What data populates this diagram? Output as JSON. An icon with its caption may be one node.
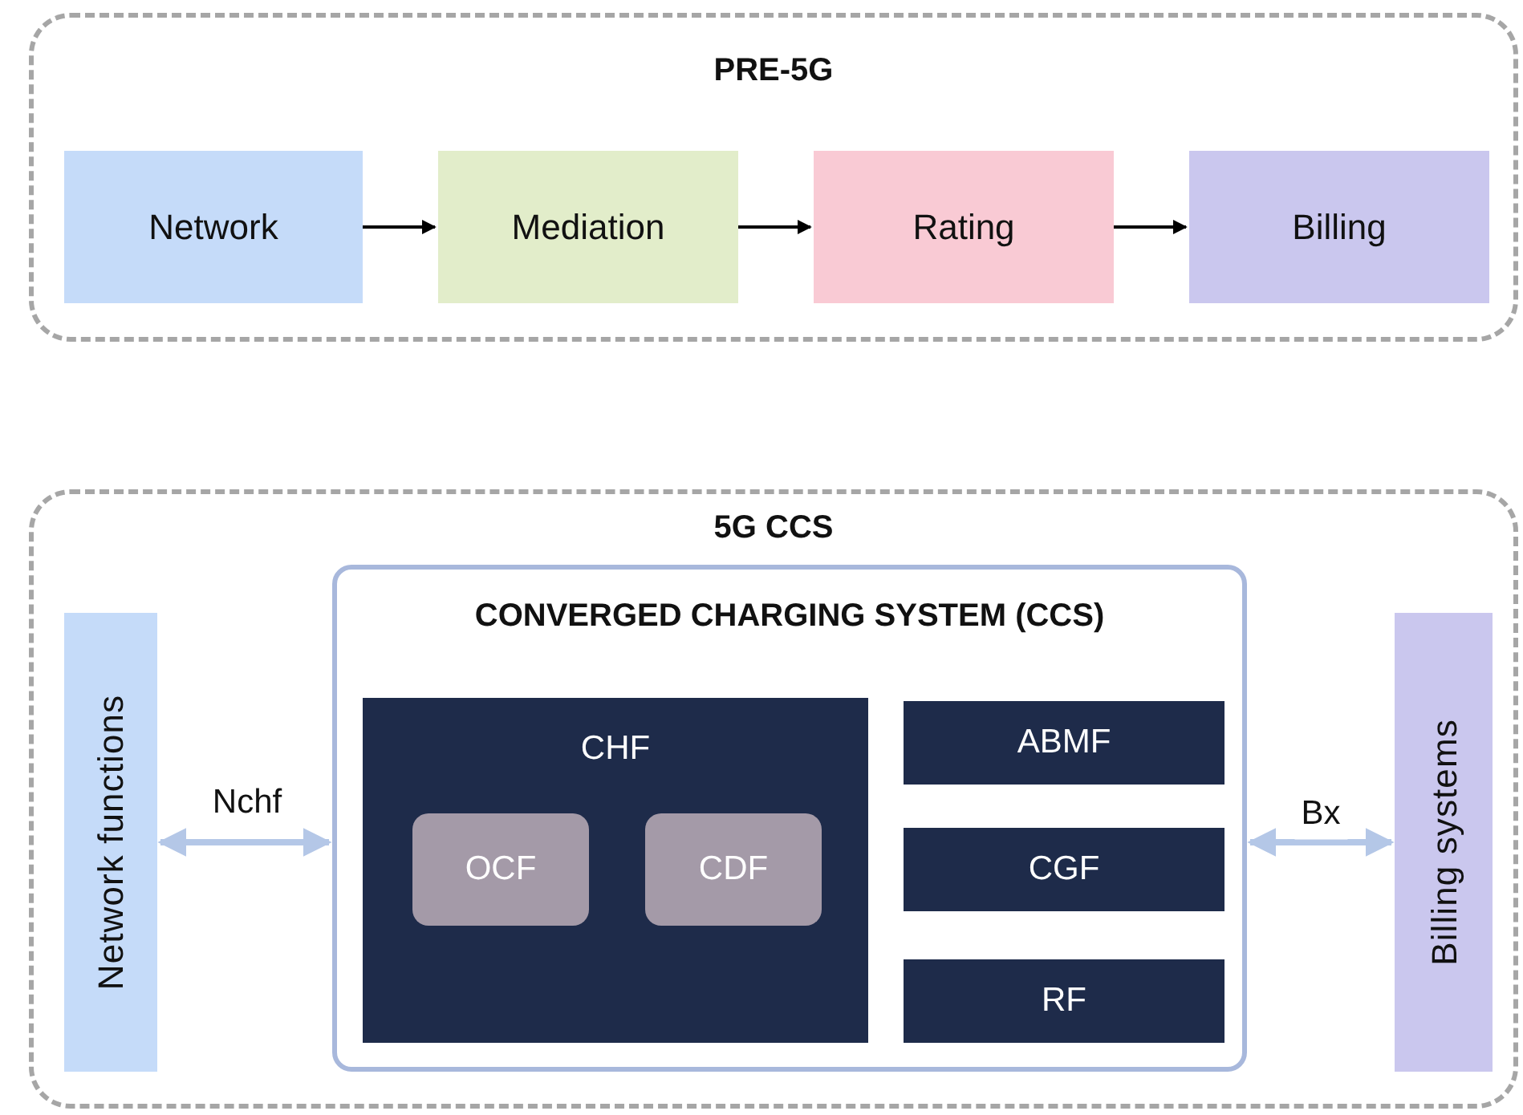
{
  "diagram": {
    "nodes": [
      {
        "text": [
          "PRE-5G"
        ]
      },
      {
        "text": [
          "Network"
        ],
        "in": 0
      },
      {
        "text": [
          "Mediation"
        ],
        "in": 0
      },
      {
        "text": [
          "Rating"
        ],
        "in": 0
      },
      {
        "text": [
          "Billing"
        ],
        "in": 0
      },
      {
        "text": [
          "5G CCS"
        ]
      },
      {
        "text": [
          "Network functions"
        ],
        "in": 5
      },
      {
        "text": [
          "CONVERGED CHARGING SYSTEM (CCS)"
        ],
        "in": 5
      },
      {
        "text": [
          "CHF"
        ],
        "in": 7
      },
      {
        "text": [
          "OCF"
        ],
        "in": 8
      },
      {
        "text": [
          "CDF"
        ],
        "in": 8
      },
      {
        "text": [
          "ABMF"
        ],
        "in": 7
      },
      {
        "text": [
          "CGF"
        ],
        "in": 7
      },
      {
        "text": [
          "RF"
        ],
        "in": 7
      },
      {
        "text": [
          "Billing systems"
        ],
        "in": 5
      }
    ],
    "edges": [
      {
        "from": 1,
        "to": 2,
        "arrow": "to"
      },
      {
        "from": 2,
        "to": 3,
        "arrow": "to"
      },
      {
        "from": 3,
        "to": 4,
        "arrow": "to"
      },
      {
        "from": 6,
        "to": 7,
        "arrow": "both",
        "label": "Nchf",
        "style": "thick",
        "color": "#b4c7e7"
      },
      {
        "from": 7,
        "to": 14,
        "arrow": "both",
        "label": "Bx",
        "style": "thick",
        "color": "#b4c7e7"
      }
    ]
  }
}
